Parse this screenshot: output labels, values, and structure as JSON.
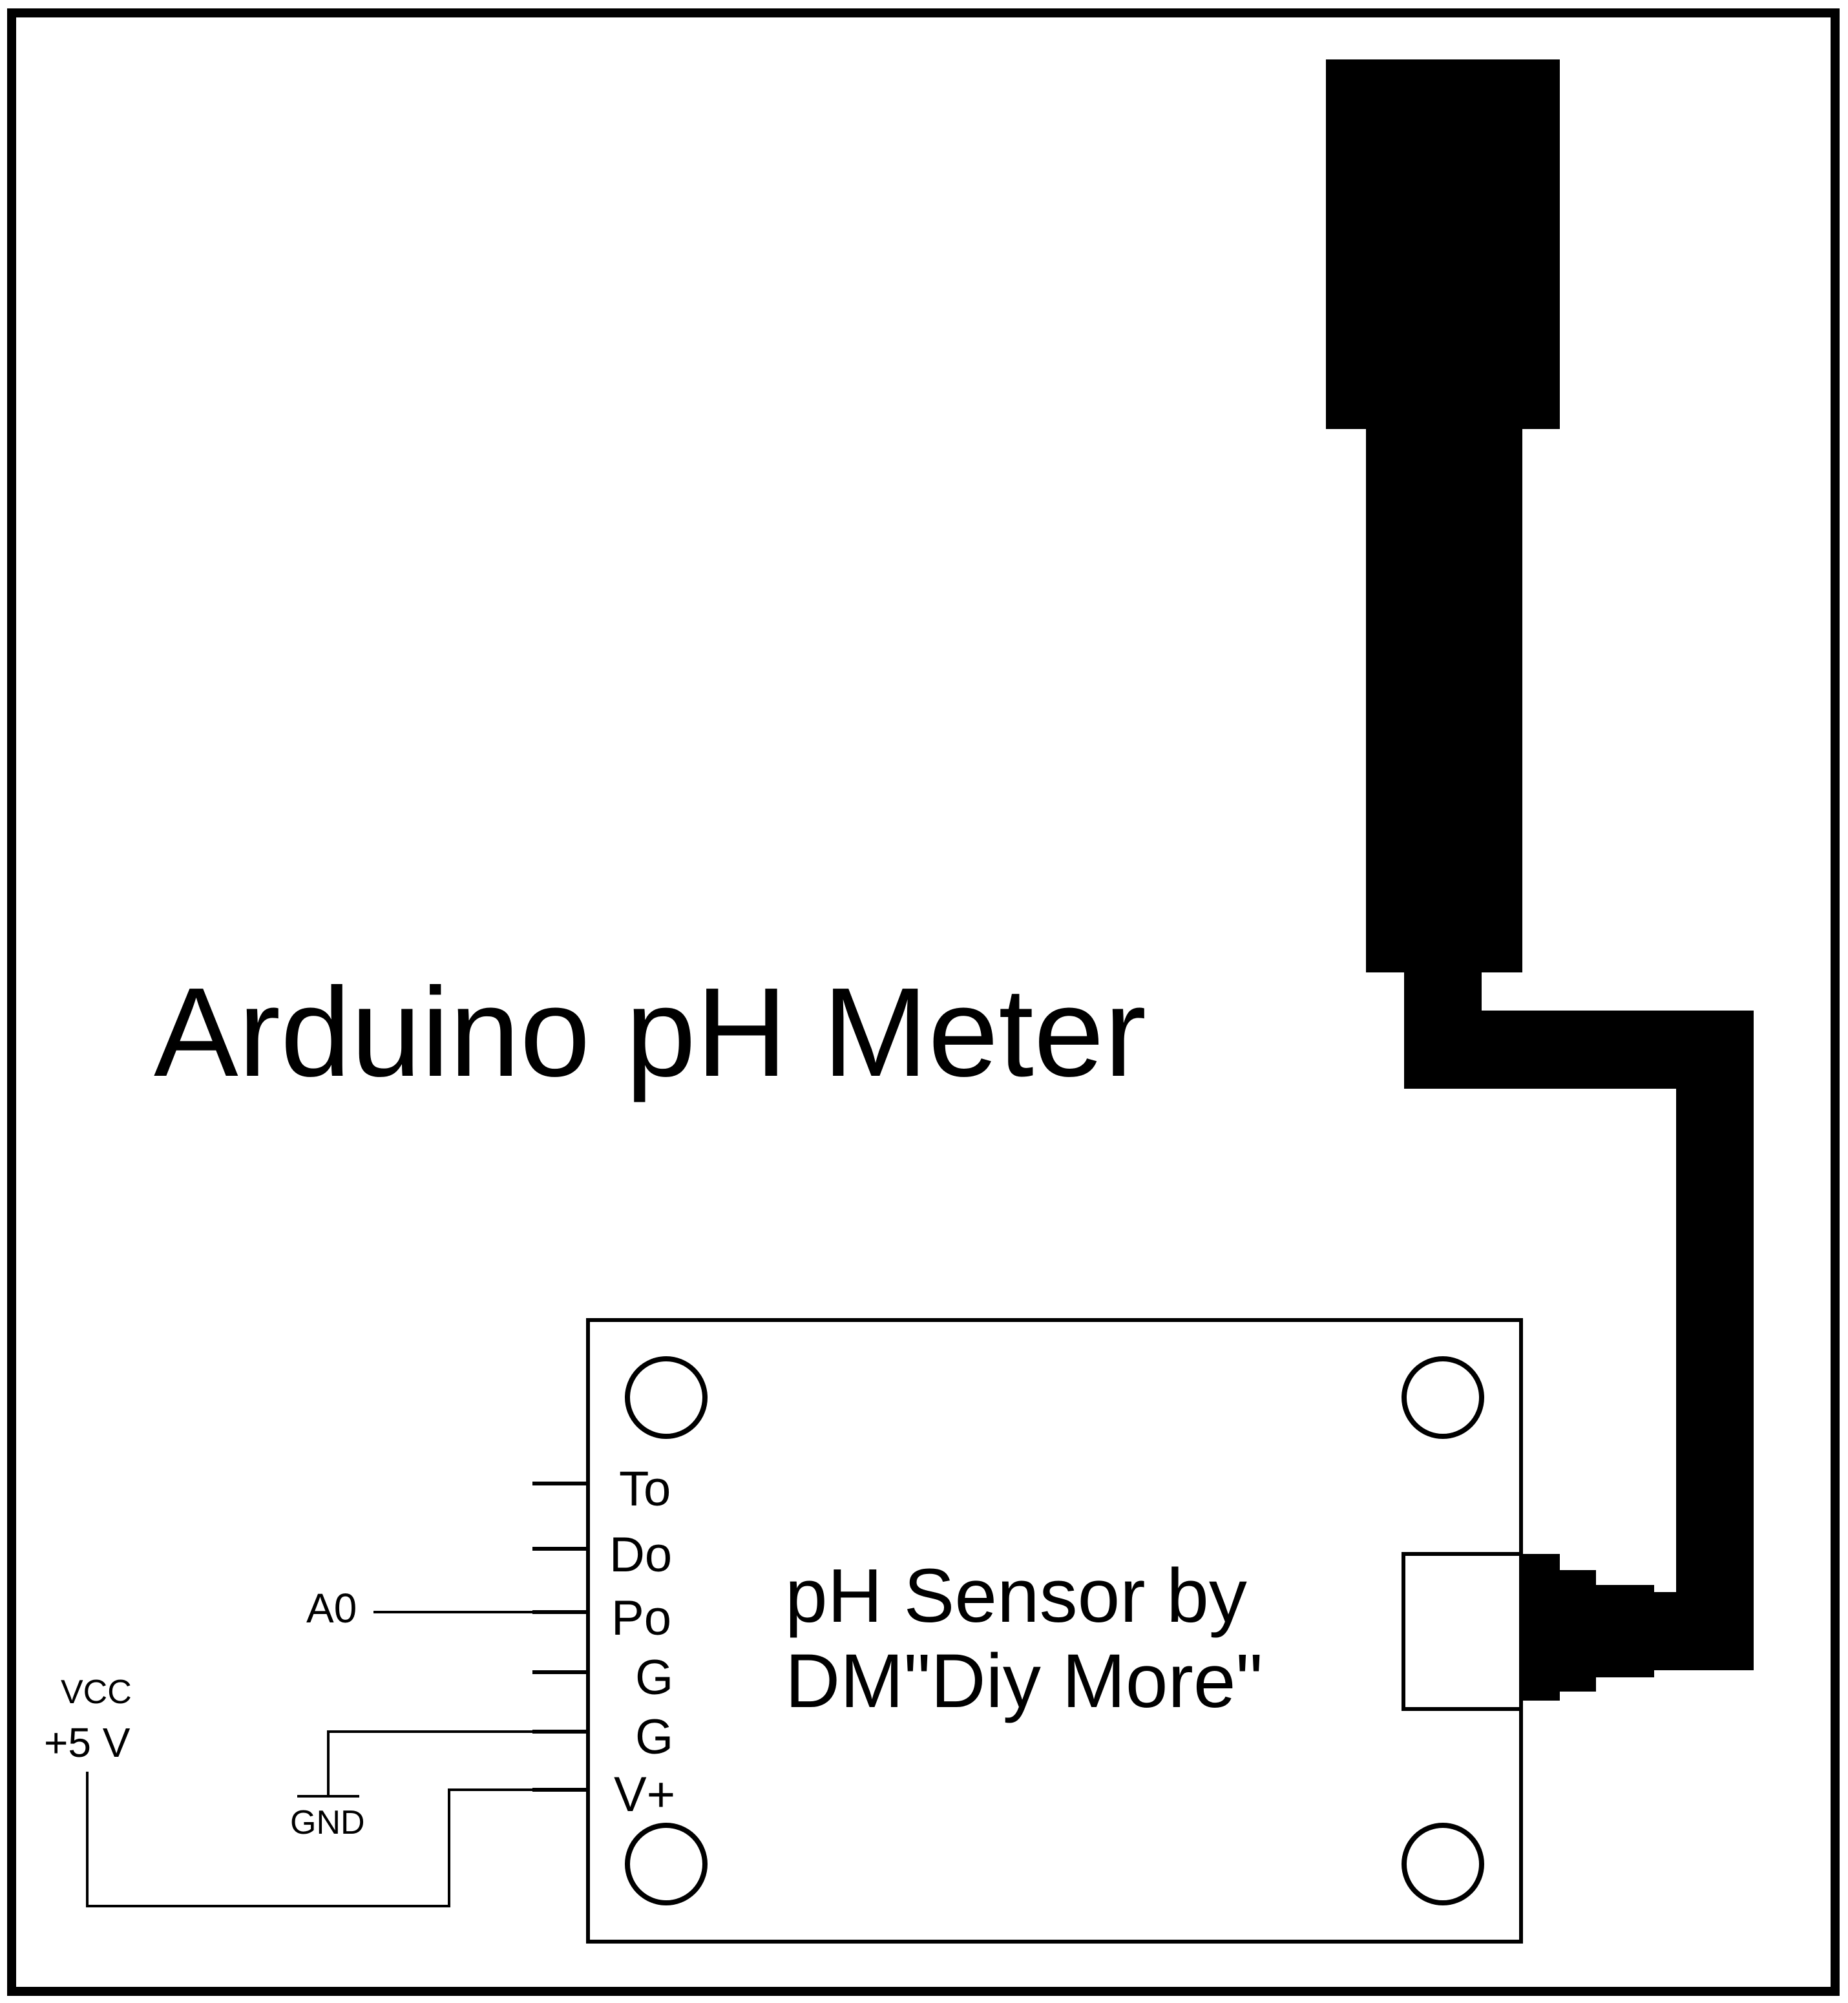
{
  "title": "Arduino pH Meter",
  "board": {
    "label_line1": "pH Sensor by",
    "label_line2": "DM\"Diy More\""
  },
  "pins": [
    "To",
    "Do",
    "Po",
    "G",
    "G",
    "V+"
  ],
  "connections": {
    "analog": "A0",
    "ground": "GND",
    "vcc_label": "VCC",
    "vcc_value": "+5 V"
  },
  "colors": {
    "ink": "#000000",
    "paper": "#ffffff"
  }
}
